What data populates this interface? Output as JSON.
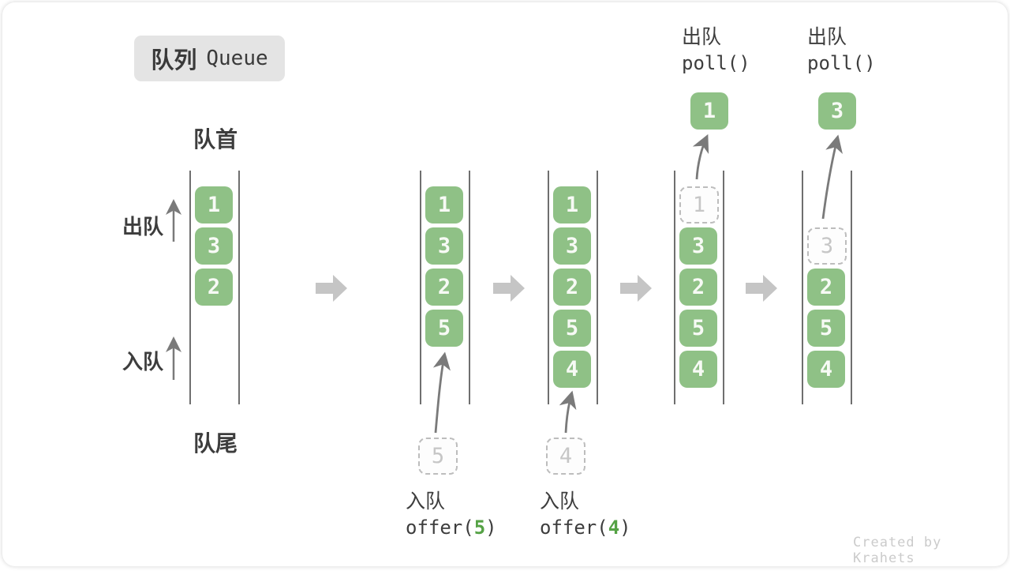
{
  "badge": {
    "zh": "队列",
    "en": "Queue"
  },
  "labels": {
    "front": "队首",
    "rear": "队尾",
    "dequeue": "出队",
    "enqueue": "入队"
  },
  "ops": [
    {
      "zh": "入队",
      "pre": "offer(",
      "arg": "5",
      "post": ")"
    },
    {
      "zh": "入队",
      "pre": "offer(",
      "arg": "4",
      "post": ")"
    },
    {
      "zh": "出队",
      "code": "poll()"
    },
    {
      "zh": "出队",
      "code": "poll()"
    }
  ],
  "stages": [
    {
      "cells": [
        {
          "value": "1",
          "slot": 0,
          "style": "solid"
        },
        {
          "value": "3",
          "slot": 1,
          "style": "solid"
        },
        {
          "value": "2",
          "slot": 2,
          "style": "solid"
        }
      ]
    },
    {
      "cells": [
        {
          "value": "1",
          "slot": 0,
          "style": "solid"
        },
        {
          "value": "3",
          "slot": 1,
          "style": "solid"
        },
        {
          "value": "2",
          "slot": 2,
          "style": "solid"
        },
        {
          "value": "5",
          "slot": 3,
          "style": "solid"
        }
      ],
      "pending": {
        "value": "5"
      }
    },
    {
      "cells": [
        {
          "value": "1",
          "slot": 0,
          "style": "solid"
        },
        {
          "value": "3",
          "slot": 1,
          "style": "solid"
        },
        {
          "value": "2",
          "slot": 2,
          "style": "solid"
        },
        {
          "value": "5",
          "slot": 3,
          "style": "solid"
        },
        {
          "value": "4",
          "slot": 4,
          "style": "solid"
        }
      ],
      "pending": {
        "value": "4"
      }
    },
    {
      "cells": [
        {
          "value": "1",
          "slot": 0,
          "style": "dashed"
        },
        {
          "value": "3",
          "slot": 1,
          "style": "solid"
        },
        {
          "value": "2",
          "slot": 2,
          "style": "solid"
        },
        {
          "value": "5",
          "slot": 3,
          "style": "solid"
        },
        {
          "value": "4",
          "slot": 4,
          "style": "solid"
        }
      ],
      "popped": {
        "value": "1"
      }
    },
    {
      "cells": [
        {
          "value": "3",
          "slot": 1,
          "style": "dashed"
        },
        {
          "value": "2",
          "slot": 2,
          "style": "solid"
        },
        {
          "value": "5",
          "slot": 3,
          "style": "solid"
        },
        {
          "value": "4",
          "slot": 4,
          "style": "solid"
        }
      ],
      "popped": {
        "value": "3"
      }
    }
  ],
  "colors": {
    "box_green": "#8FC186",
    "accent_green": "#55A245",
    "arrow_gray": "#c5c5c5",
    "line_gray": "#6f6f6f"
  },
  "watermark": "Created by Krahets"
}
